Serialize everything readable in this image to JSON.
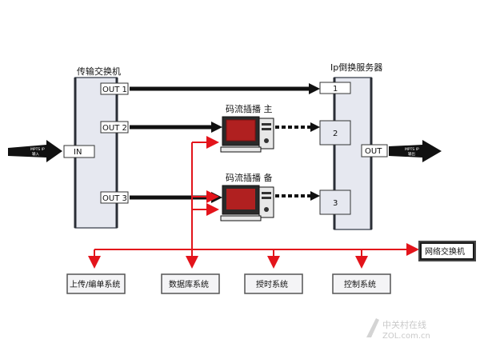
{
  "colors": {
    "panel_fill": "#e6e8f0",
    "panel_stroke": "#555a66",
    "black_arrow": "#111111",
    "red_line": "#e3141b",
    "dark_box": "#1a1a1a",
    "watermark": "#c9c9c9"
  },
  "left_panel": {
    "title": "传输交换机",
    "ports": {
      "out1": "OUT 1",
      "out2": "OUT 2",
      "out3": "OUT 3",
      "in": "IN"
    }
  },
  "right_panel": {
    "title": "Ip倒换服务器",
    "ports": {
      "p1": "1",
      "p2": "2",
      "p3": "3",
      "out": "OUT"
    }
  },
  "input_arrow": {
    "line1": "MPTS IP",
    "line2": "输入"
  },
  "output_arrow": {
    "line1": "MPTS IP",
    "line2": "输出"
  },
  "encoder_main": {
    "label": "码流插播 主",
    "icon": "computer-icon"
  },
  "encoder_backup": {
    "label": "码流插播 备",
    "icon": "computer-icon"
  },
  "network_switch": {
    "label": "网络交换机"
  },
  "systems": [
    {
      "label": "上传/编单系统"
    },
    {
      "label": "数据库系统"
    },
    {
      "label": "授时系统"
    },
    {
      "label": "控制系统"
    }
  ],
  "watermark": {
    "line1": "中关村在线",
    "line2": "ZOL.com.cn"
  }
}
